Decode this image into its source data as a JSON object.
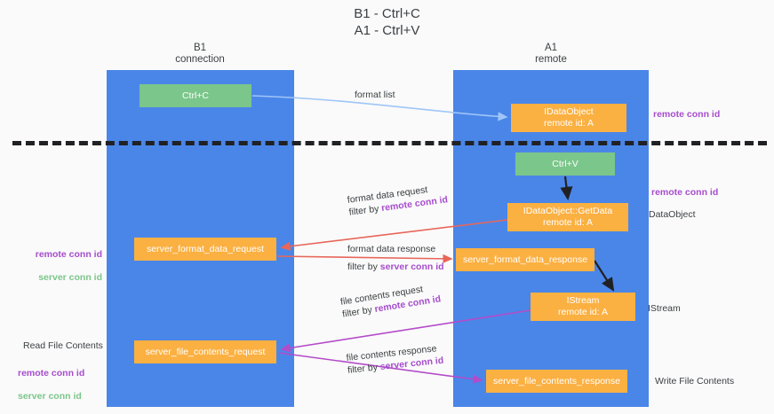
{
  "title": "B1 - Ctrl+C\nA1 - Ctrl+V",
  "columns": {
    "left": {
      "header": "B1\nconnection"
    },
    "right": {
      "header": "A1\nremote"
    }
  },
  "nodes": {
    "ctrl_c": "Ctrl+C",
    "idataobject": "IDataObject\nremote id: A",
    "ctrl_v": "Ctrl+V",
    "getdata": "IDataObject::GetData\nremote id: A",
    "server_format_data_request": "server_format_data_request",
    "server_format_data_response": "server_format_data_response",
    "istream": "IStream\nremote id: A",
    "server_file_contents_request": "server_file_contents_request",
    "server_file_contents_response": "server_file_contents_response"
  },
  "edges": {
    "format_list": "format list",
    "format_data_request": "format data request",
    "format_data_request_filter_prefix": "filter by ",
    "format_data_request_filter_key": "remote conn id",
    "format_data_response": "format data response",
    "format_data_response_filter_prefix": "filter by ",
    "format_data_response_filter_key": "server conn id",
    "file_contents_request": "file contents request",
    "file_contents_request_filter_prefix": "filter by ",
    "file_contents_request_filter_key": "remote conn id",
    "file_contents_response": "file contents response",
    "file_contents_response_filter_prefix": "filter by ",
    "file_contents_response_filter_key": "server conn id"
  },
  "annotations": {
    "right_remote_conn_id_1": "remote conn id",
    "right_remote_conn_id_2": "remote conn id",
    "right_dataobject": "DataObject",
    "right_istream": "IStream",
    "right_write_file_contents": "Write File Contents",
    "left_remote_conn_id": "remote conn id",
    "left_server_conn_id": "server conn id",
    "left_read_file_contents": "Read File Contents",
    "left_remote_conn_id_2": "remote conn id",
    "left_server_conn_id_2": "server conn id"
  },
  "colors": {
    "lane": "#4a86e8",
    "node_green": "#7bc68a",
    "node_orange": "#fbb042",
    "accent_purple": "#a64dcd",
    "accent_green": "#7bc68a",
    "arrow_blue": "#9fc5f8",
    "arrow_red": "#e8665a",
    "arrow_purple": "#b44bc9",
    "arrow_black": "#202124",
    "background": "#fafafa"
  }
}
